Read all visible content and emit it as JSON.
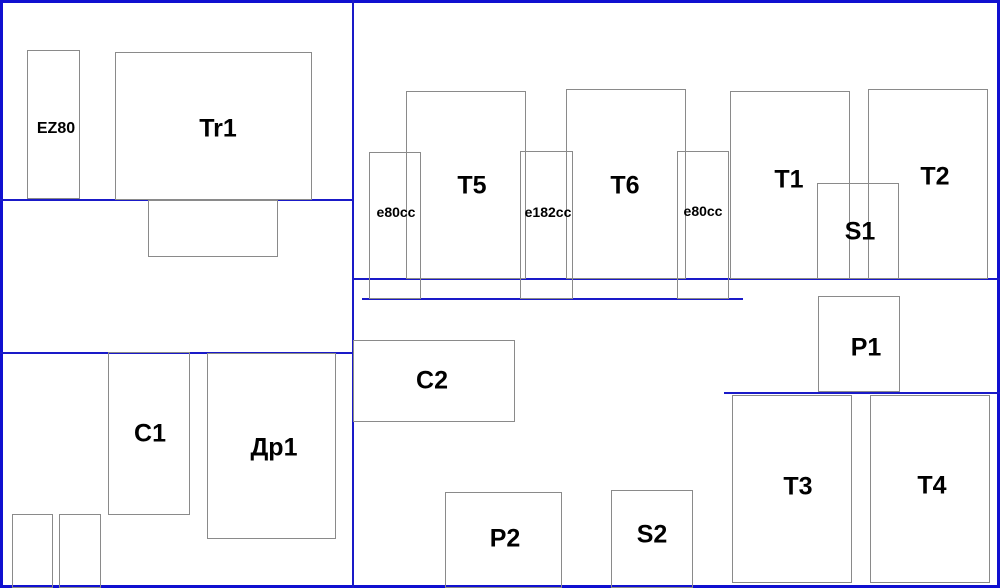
{
  "components": {
    "ez80": "EZ80",
    "tr1": "Tr1",
    "e80cc_left": "e80cc",
    "t5": "T5",
    "e182cc": "e182cc",
    "t6": "T6",
    "e80cc_right": "e80cc",
    "t1": "T1",
    "t2": "T2",
    "s1": "S1",
    "p1": "P1",
    "c2": "C2",
    "c1": "C1",
    "dr1": "Др1",
    "t3": "T3",
    "t4": "T4",
    "p2": "P2",
    "s2": "S2"
  },
  "colors": {
    "board_lines": "#1a1ac8",
    "component_outline": "#8a8a8a"
  }
}
